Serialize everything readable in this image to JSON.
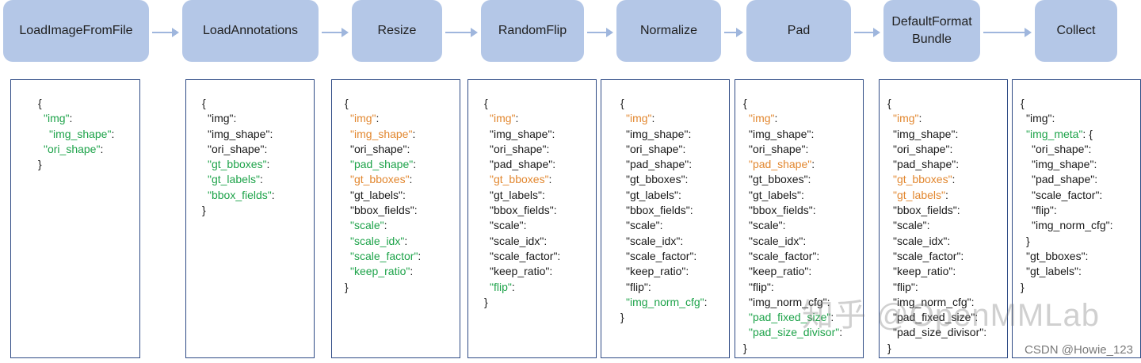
{
  "stages": [
    {
      "label": "LoadImageFromFile"
    },
    {
      "label": "LoadAnnotations"
    },
    {
      "label": "Resize"
    },
    {
      "label": "RandomFlip"
    },
    {
      "label": "Normalize"
    },
    {
      "label": "Pad"
    },
    {
      "label": "DefaultFormat\nBundle"
    },
    {
      "label": "Collect"
    }
  ],
  "colors": {
    "node": "#b4c7e7",
    "green": "#1ea34a",
    "orange": "#e2872f",
    "border": "#2f4b85"
  },
  "boxes": [
    [
      {
        "t": "{",
        "c": "default",
        "i": 0
      },
      {
        "t": "\"img\"",
        "c": "green",
        "i": 1,
        "s": ":"
      },
      {
        "t": "\"img_shape\"",
        "c": "green",
        "i": 2,
        "s": ":"
      },
      {
        "t": "\"ori_shape\"",
        "c": "green",
        "i": 1,
        "s": ":"
      },
      {
        "t": "}",
        "c": "default",
        "i": 0
      }
    ],
    [
      {
        "t": "{",
        "c": "default",
        "i": 0
      },
      {
        "t": "\"img\"",
        "c": "default",
        "i": 1,
        "s": ":"
      },
      {
        "t": "\"img_shape\"",
        "c": "default",
        "i": 1,
        "s": ":"
      },
      {
        "t": "\"ori_shape\"",
        "c": "default",
        "i": 1,
        "s": ":"
      },
      {
        "t": "\"gt_bboxes\"",
        "c": "green",
        "i": 1,
        "s": ":"
      },
      {
        "t": "\"gt_labels\"",
        "c": "green",
        "i": 1,
        "s": ":"
      },
      {
        "t": "\"bbox_fields\"",
        "c": "green",
        "i": 1,
        "s": ":"
      },
      {
        "t": "}",
        "c": "default",
        "i": 0
      }
    ],
    [
      {
        "t": "{",
        "c": "default",
        "i": 0
      },
      {
        "t": "\"img\"",
        "c": "orange",
        "i": 1,
        "s": ":"
      },
      {
        "t": "\"img_shape\"",
        "c": "orange",
        "i": 1,
        "s": ":"
      },
      {
        "t": "\"ori_shape\"",
        "c": "default",
        "i": 1,
        "s": ":"
      },
      {
        "t": "\"pad_shape\"",
        "c": "green",
        "i": 1,
        "s": ":"
      },
      {
        "t": "\"gt_bboxes\"",
        "c": "orange",
        "i": 1,
        "s": ":"
      },
      {
        "t": "\"gt_labels\"",
        "c": "default",
        "i": 1,
        "s": ":"
      },
      {
        "t": "\"bbox_fields\"",
        "c": "default",
        "i": 1,
        "s": ":"
      },
      {
        "t": "\"scale\"",
        "c": "green",
        "i": 1,
        "s": ":"
      },
      {
        "t": "\"scale_idx\"",
        "c": "green",
        "i": 1,
        "s": ":"
      },
      {
        "t": "\"scale_factor\"",
        "c": "green",
        "i": 1,
        "s": ":"
      },
      {
        "t": "\"keep_ratio\"",
        "c": "green",
        "i": 1,
        "s": ":"
      },
      {
        "t": "}",
        "c": "default",
        "i": 0
      }
    ],
    [
      {
        "t": "{",
        "c": "default",
        "i": 0
      },
      {
        "t": "\"img\"",
        "c": "orange",
        "i": 1,
        "s": ":"
      },
      {
        "t": "\"img_shape\"",
        "c": "default",
        "i": 1,
        "s": ":"
      },
      {
        "t": "\"ori_shape\"",
        "c": "default",
        "i": 1,
        "s": ":"
      },
      {
        "t": "\"pad_shape\"",
        "c": "default",
        "i": 1,
        "s": ":"
      },
      {
        "t": "\"gt_bboxes\"",
        "c": "orange",
        "i": 1,
        "s": ":"
      },
      {
        "t": "\"gt_labels\"",
        "c": "default",
        "i": 1,
        "s": ":"
      },
      {
        "t": "\"bbox_fields\"",
        "c": "default",
        "i": 1,
        "s": ":"
      },
      {
        "t": "\"scale\"",
        "c": "default",
        "i": 1,
        "s": ":"
      },
      {
        "t": "\"scale_idx\"",
        "c": "default",
        "i": 1,
        "s": ":"
      },
      {
        "t": "\"scale_factor\"",
        "c": "default",
        "i": 1,
        "s": ":"
      },
      {
        "t": "\"keep_ratio\"",
        "c": "default",
        "i": 1,
        "s": ":"
      },
      {
        "t": "\"flip\"",
        "c": "green",
        "i": 1,
        "s": ":"
      },
      {
        "t": "}",
        "c": "default",
        "i": 0
      }
    ],
    [
      {
        "t": "{",
        "c": "default",
        "i": 0
      },
      {
        "t": "\"img\"",
        "c": "orange",
        "i": 1,
        "s": ":"
      },
      {
        "t": "\"img_shape\"",
        "c": "default",
        "i": 1,
        "s": ":"
      },
      {
        "t": "\"ori_shape\"",
        "c": "default",
        "i": 1,
        "s": ":"
      },
      {
        "t": "\"pad_shape\"",
        "c": "default",
        "i": 1,
        "s": ":"
      },
      {
        "t": "\"gt_bboxes\"",
        "c": "default",
        "i": 1,
        "s": ":"
      },
      {
        "t": "\"gt_labels\"",
        "c": "default",
        "i": 1,
        "s": ":"
      },
      {
        "t": "\"bbox_fields\"",
        "c": "default",
        "i": 1,
        "s": ":"
      },
      {
        "t": "\"scale\"",
        "c": "default",
        "i": 1,
        "s": ":"
      },
      {
        "t": "\"scale_idx\"",
        "c": "default",
        "i": 1,
        "s": ":"
      },
      {
        "t": "\"scale_factor\"",
        "c": "default",
        "i": 1,
        "s": ":"
      },
      {
        "t": "\"keep_ratio\"",
        "c": "default",
        "i": 1,
        "s": ":"
      },
      {
        "t": "\"flip\"",
        "c": "default",
        "i": 1,
        "s": ":"
      },
      {
        "t": "\"img_norm_cfg\"",
        "c": "green",
        "i": 1,
        "s": ":"
      },
      {
        "t": "}",
        "c": "default",
        "i": 0
      }
    ],
    [
      {
        "t": "{",
        "c": "default",
        "i": 0
      },
      {
        "t": "\"img\"",
        "c": "orange",
        "i": 1,
        "s": ":"
      },
      {
        "t": "\"img_shape\"",
        "c": "default",
        "i": 1,
        "s": ":"
      },
      {
        "t": "\"ori_shape\"",
        "c": "default",
        "i": 1,
        "s": ":"
      },
      {
        "t": "\"pad_shape\"",
        "c": "orange",
        "i": 1,
        "s": ":"
      },
      {
        "t": "\"gt_bboxes\"",
        "c": "default",
        "i": 1,
        "s": ":"
      },
      {
        "t": "\"gt_labels\"",
        "c": "default",
        "i": 1,
        "s": ":"
      },
      {
        "t": "\"bbox_fields\"",
        "c": "default",
        "i": 1,
        "s": ":"
      },
      {
        "t": "\"scale\"",
        "c": "default",
        "i": 1,
        "s": ":"
      },
      {
        "t": "\"scale_idx\"",
        "c": "default",
        "i": 1,
        "s": ":"
      },
      {
        "t": "\"scale_factor\"",
        "c": "default",
        "i": 1,
        "s": ":"
      },
      {
        "t": "\"keep_ratio\"",
        "c": "default",
        "i": 1,
        "s": ":"
      },
      {
        "t": "\"flip\"",
        "c": "default",
        "i": 1,
        "s": ":"
      },
      {
        "t": "\"img_norm_cfg\"",
        "c": "default",
        "i": 1,
        "s": ":"
      },
      {
        "t": "\"pad_fixed_size\"",
        "c": "green",
        "i": 1,
        "s": ":"
      },
      {
        "t": "\"pad_size_divisor\"",
        "c": "green",
        "i": 1,
        "s": ":"
      },
      {
        "t": "}",
        "c": "default",
        "i": 0
      }
    ],
    [
      {
        "t": "{",
        "c": "default",
        "i": 0
      },
      {
        "t": "\"img\"",
        "c": "orange",
        "i": 1,
        "s": ":"
      },
      {
        "t": "\"img_shape\"",
        "c": "default",
        "i": 1,
        "s": ":"
      },
      {
        "t": "\"ori_shape\"",
        "c": "default",
        "i": 1,
        "s": ":"
      },
      {
        "t": "\"pad_shape\"",
        "c": "default",
        "i": 1,
        "s": ":"
      },
      {
        "t": "\"gt_bboxes\"",
        "c": "orange",
        "i": 1,
        "s": ":"
      },
      {
        "t": "\"gt_labels\"",
        "c": "orange",
        "i": 1,
        "s": ":"
      },
      {
        "t": "\"bbox_fields\"",
        "c": "default",
        "i": 1,
        "s": ":"
      },
      {
        "t": "\"scale\"",
        "c": "default",
        "i": 1,
        "s": ":"
      },
      {
        "t": "\"scale_idx\"",
        "c": "default",
        "i": 1,
        "s": ":"
      },
      {
        "t": "\"scale_factor\"",
        "c": "default",
        "i": 1,
        "s": ":"
      },
      {
        "t": "\"keep_ratio\"",
        "c": "default",
        "i": 1,
        "s": ":"
      },
      {
        "t": "\"flip\"",
        "c": "default",
        "i": 1,
        "s": ":"
      },
      {
        "t": "\"img_norm_cfg\"",
        "c": "default",
        "i": 1,
        "s": ":"
      },
      {
        "t": "\"pad_fixed_size\"",
        "c": "default",
        "i": 1,
        "s": ":"
      },
      {
        "t": "\"pad_size_divisor\"",
        "c": "default",
        "i": 1,
        "s": ":"
      },
      {
        "t": "}",
        "c": "default",
        "i": 0
      }
    ],
    [
      {
        "t": "{",
        "c": "default",
        "i": 0
      },
      {
        "t": "\"img\"",
        "c": "default",
        "i": 1,
        "s": ":"
      },
      {
        "t": "\"img_meta\"",
        "c": "green",
        "i": 1,
        "s": ": {"
      },
      {
        "t": "\"ori_shape\"",
        "c": "default",
        "i": 2,
        "s": ":"
      },
      {
        "t": "\"img_shape\"",
        "c": "default",
        "i": 2,
        "s": ":"
      },
      {
        "t": "\"pad_shape\"",
        "c": "default",
        "i": 2,
        "s": ":"
      },
      {
        "t": "\"scale_factor\"",
        "c": "default",
        "i": 2,
        "s": ":"
      },
      {
        "t": "\"flip\"",
        "c": "default",
        "i": 2,
        "s": ":"
      },
      {
        "t": "\"img_norm_cfg\"",
        "c": "default",
        "i": 2,
        "s": ":"
      },
      {
        "t": "}",
        "c": "default",
        "i": 1
      },
      {
        "t": "\"gt_bboxes\"",
        "c": "default",
        "i": 1,
        "s": ":"
      },
      {
        "t": "\"gt_labels\"",
        "c": "default",
        "i": 1,
        "s": ":"
      },
      {
        "t": "}",
        "c": "default",
        "i": 0
      }
    ]
  ],
  "watermark": "知乎 @OpenMMLab",
  "credit": "CSDN @Howie_123"
}
